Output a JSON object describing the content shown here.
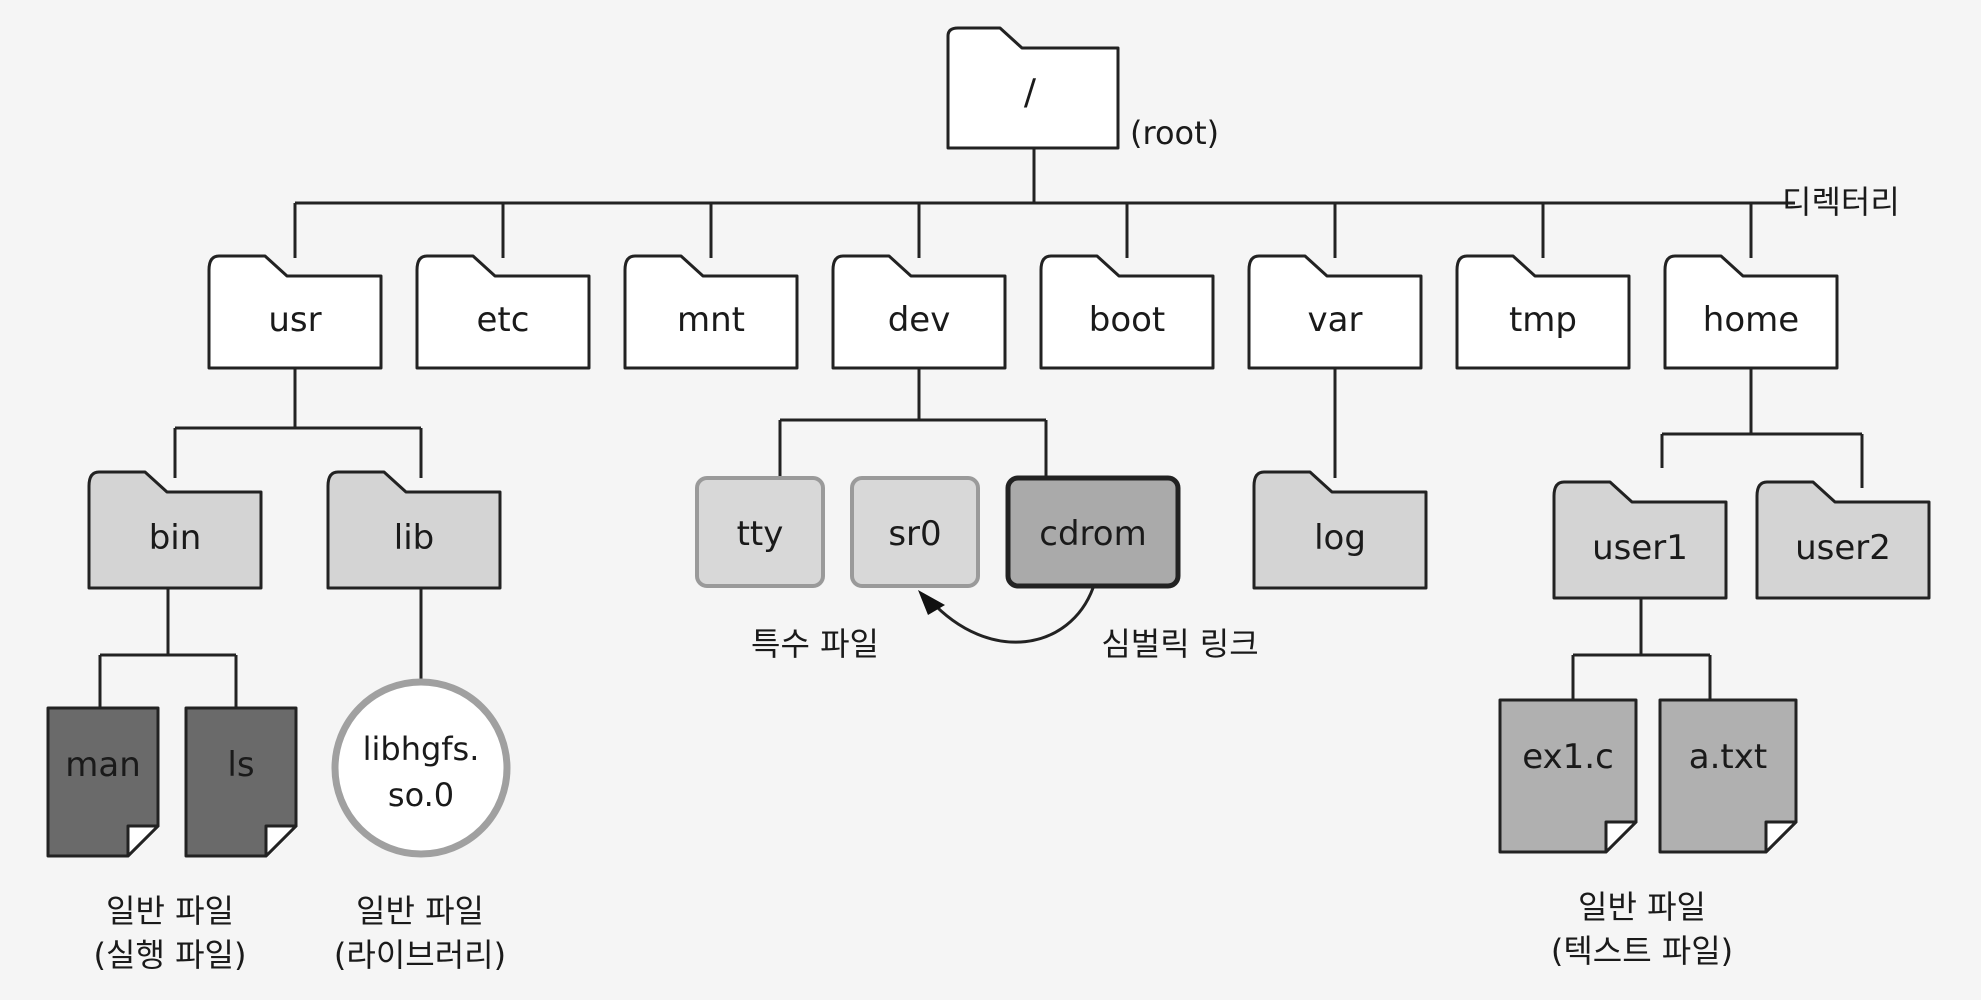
{
  "root": {
    "name": "/",
    "note": "(root)"
  },
  "directory_label": "디렉터리",
  "level1": [
    "usr",
    "etc",
    "mnt",
    "dev",
    "boot",
    "var",
    "tmp",
    "home"
  ],
  "usr_children": [
    "bin",
    "lib"
  ],
  "dev_children": [
    "tty",
    "sr0",
    "cdrom"
  ],
  "var_children": [
    "log"
  ],
  "home_children": [
    "user1",
    "user2"
  ],
  "bin_files": [
    "man",
    "ls"
  ],
  "lib_file": [
    "libhgfs.",
    "so.0"
  ],
  "user1_files": [
    "ex1.c",
    "a.txt"
  ],
  "captions": {
    "special_file": "특수 파일",
    "symbolic_link": "심벌릭 링크",
    "exec_file": [
      "일반 파일",
      "(실행 파일)"
    ],
    "library_file": [
      "일반 파일",
      "(라이브러리)"
    ],
    "text_file": [
      "일반 파일",
      "(텍스트 파일)"
    ]
  },
  "colors": {
    "folder_white": "#ffffff",
    "folder_gray": "#d4d4d4",
    "file_dark": "#6a6a6a",
    "file_gray": "#b0b0b0",
    "device_light": "#d8d8d8",
    "device_link": "#aaaaaa"
  }
}
